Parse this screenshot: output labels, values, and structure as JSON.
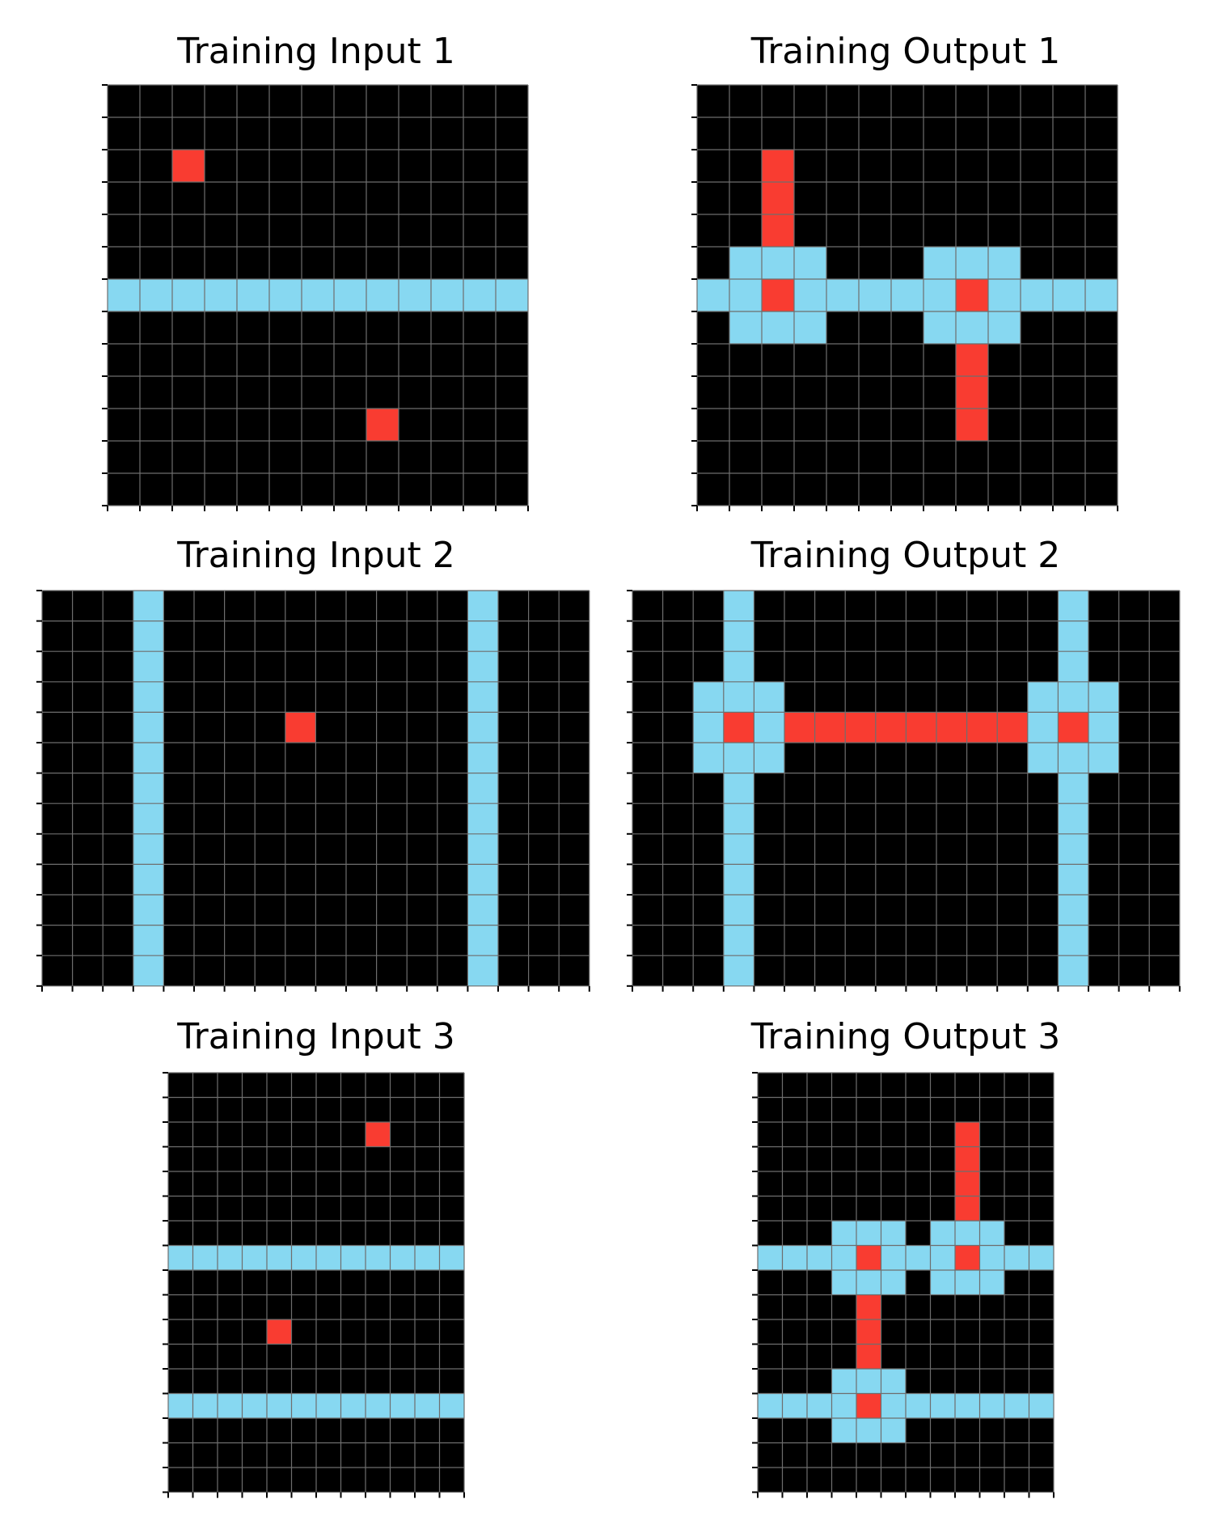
{
  "colors": {
    "0": "#000000",
    "2": "#F93C31",
    "8": "#87D8F1",
    "gridline": "#6e6e6e"
  },
  "panels": [
    {
      "title": "Training Input 1",
      "rows": 13,
      "cols": 13,
      "fill": 0,
      "cells": [
        {
          "r": 2,
          "c": 2,
          "v": 2
        },
        {
          "r": 6,
          "c": 0,
          "v": 8
        },
        {
          "r": 6,
          "c": 1,
          "v": 8
        },
        {
          "r": 6,
          "c": 2,
          "v": 8
        },
        {
          "r": 6,
          "c": 3,
          "v": 8
        },
        {
          "r": 6,
          "c": 4,
          "v": 8
        },
        {
          "r": 6,
          "c": 5,
          "v": 8
        },
        {
          "r": 6,
          "c": 6,
          "v": 8
        },
        {
          "r": 6,
          "c": 7,
          "v": 8
        },
        {
          "r": 6,
          "c": 8,
          "v": 8
        },
        {
          "r": 6,
          "c": 9,
          "v": 8
        },
        {
          "r": 6,
          "c": 10,
          "v": 8
        },
        {
          "r": 6,
          "c": 11,
          "v": 8
        },
        {
          "r": 6,
          "c": 12,
          "v": 8
        },
        {
          "r": 10,
          "c": 8,
          "v": 2
        }
      ]
    },
    {
      "title": "Training Output 1",
      "rows": 13,
      "cols": 13,
      "fill": 0,
      "cells": [
        {
          "r": 2,
          "c": 2,
          "v": 2
        },
        {
          "r": 3,
          "c": 2,
          "v": 2
        },
        {
          "r": 4,
          "c": 2,
          "v": 2
        },
        {
          "r": 5,
          "c": 1,
          "v": 8
        },
        {
          "r": 5,
          "c": 2,
          "v": 8
        },
        {
          "r": 5,
          "c": 3,
          "v": 8
        },
        {
          "r": 5,
          "c": 7,
          "v": 8
        },
        {
          "r": 5,
          "c": 8,
          "v": 8
        },
        {
          "r": 5,
          "c": 9,
          "v": 8
        },
        {
          "r": 6,
          "c": 0,
          "v": 8
        },
        {
          "r": 6,
          "c": 1,
          "v": 8
        },
        {
          "r": 6,
          "c": 2,
          "v": 2
        },
        {
          "r": 6,
          "c": 3,
          "v": 8
        },
        {
          "r": 6,
          "c": 4,
          "v": 8
        },
        {
          "r": 6,
          "c": 5,
          "v": 8
        },
        {
          "r": 6,
          "c": 6,
          "v": 8
        },
        {
          "r": 6,
          "c": 7,
          "v": 8
        },
        {
          "r": 6,
          "c": 8,
          "v": 2
        },
        {
          "r": 6,
          "c": 9,
          "v": 8
        },
        {
          "r": 6,
          "c": 10,
          "v": 8
        },
        {
          "r": 6,
          "c": 11,
          "v": 8
        },
        {
          "r": 6,
          "c": 12,
          "v": 8
        },
        {
          "r": 7,
          "c": 1,
          "v": 8
        },
        {
          "r": 7,
          "c": 2,
          "v": 8
        },
        {
          "r": 7,
          "c": 3,
          "v": 8
        },
        {
          "r": 7,
          "c": 7,
          "v": 8
        },
        {
          "r": 7,
          "c": 8,
          "v": 8
        },
        {
          "r": 7,
          "c": 9,
          "v": 8
        },
        {
          "r": 8,
          "c": 8,
          "v": 2
        },
        {
          "r": 9,
          "c": 8,
          "v": 2
        },
        {
          "r": 10,
          "c": 8,
          "v": 2
        }
      ]
    },
    {
      "title": "Training Input 2",
      "rows": 13,
      "cols": 18,
      "fill": 0,
      "cells": [
        {
          "r": 0,
          "c": 3,
          "v": 8
        },
        {
          "r": 1,
          "c": 3,
          "v": 8
        },
        {
          "r": 2,
          "c": 3,
          "v": 8
        },
        {
          "r": 3,
          "c": 3,
          "v": 8
        },
        {
          "r": 4,
          "c": 3,
          "v": 8
        },
        {
          "r": 5,
          "c": 3,
          "v": 8
        },
        {
          "r": 6,
          "c": 3,
          "v": 8
        },
        {
          "r": 7,
          "c": 3,
          "v": 8
        },
        {
          "r": 8,
          "c": 3,
          "v": 8
        },
        {
          "r": 9,
          "c": 3,
          "v": 8
        },
        {
          "r": 10,
          "c": 3,
          "v": 8
        },
        {
          "r": 11,
          "c": 3,
          "v": 8
        },
        {
          "r": 12,
          "c": 3,
          "v": 8
        },
        {
          "r": 0,
          "c": 14,
          "v": 8
        },
        {
          "r": 1,
          "c": 14,
          "v": 8
        },
        {
          "r": 2,
          "c": 14,
          "v": 8
        },
        {
          "r": 3,
          "c": 14,
          "v": 8
        },
        {
          "r": 4,
          "c": 14,
          "v": 8
        },
        {
          "r": 5,
          "c": 14,
          "v": 8
        },
        {
          "r": 6,
          "c": 14,
          "v": 8
        },
        {
          "r": 7,
          "c": 14,
          "v": 8
        },
        {
          "r": 8,
          "c": 14,
          "v": 8
        },
        {
          "r": 9,
          "c": 14,
          "v": 8
        },
        {
          "r": 10,
          "c": 14,
          "v": 8
        },
        {
          "r": 11,
          "c": 14,
          "v": 8
        },
        {
          "r": 12,
          "c": 14,
          "v": 8
        },
        {
          "r": 4,
          "c": 8,
          "v": 2
        }
      ]
    },
    {
      "title": "Training Output 2",
      "rows": 13,
      "cols": 18,
      "fill": 0,
      "cells": [
        {
          "r": 0,
          "c": 3,
          "v": 8
        },
        {
          "r": 1,
          "c": 3,
          "v": 8
        },
        {
          "r": 2,
          "c": 3,
          "v": 8
        },
        {
          "r": 3,
          "c": 3,
          "v": 8
        },
        {
          "r": 5,
          "c": 3,
          "v": 8
        },
        {
          "r": 6,
          "c": 3,
          "v": 8
        },
        {
          "r": 7,
          "c": 3,
          "v": 8
        },
        {
          "r": 8,
          "c": 3,
          "v": 8
        },
        {
          "r": 9,
          "c": 3,
          "v": 8
        },
        {
          "r": 10,
          "c": 3,
          "v": 8
        },
        {
          "r": 11,
          "c": 3,
          "v": 8
        },
        {
          "r": 12,
          "c": 3,
          "v": 8
        },
        {
          "r": 0,
          "c": 14,
          "v": 8
        },
        {
          "r": 1,
          "c": 14,
          "v": 8
        },
        {
          "r": 2,
          "c": 14,
          "v": 8
        },
        {
          "r": 3,
          "c": 14,
          "v": 8
        },
        {
          "r": 5,
          "c": 14,
          "v": 8
        },
        {
          "r": 6,
          "c": 14,
          "v": 8
        },
        {
          "r": 7,
          "c": 14,
          "v": 8
        },
        {
          "r": 8,
          "c": 14,
          "v": 8
        },
        {
          "r": 9,
          "c": 14,
          "v": 8
        },
        {
          "r": 10,
          "c": 14,
          "v": 8
        },
        {
          "r": 11,
          "c": 14,
          "v": 8
        },
        {
          "r": 12,
          "c": 14,
          "v": 8
        },
        {
          "r": 3,
          "c": 2,
          "v": 8
        },
        {
          "r": 3,
          "c": 4,
          "v": 8
        },
        {
          "r": 4,
          "c": 2,
          "v": 8
        },
        {
          "r": 4,
          "c": 4,
          "v": 8
        },
        {
          "r": 5,
          "c": 2,
          "v": 8
        },
        {
          "r": 5,
          "c": 4,
          "v": 8
        },
        {
          "r": 3,
          "c": 13,
          "v": 8
        },
        {
          "r": 3,
          "c": 15,
          "v": 8
        },
        {
          "r": 4,
          "c": 13,
          "v": 8
        },
        {
          "r": 4,
          "c": 15,
          "v": 8
        },
        {
          "r": 5,
          "c": 13,
          "v": 8
        },
        {
          "r": 5,
          "c": 15,
          "v": 8
        },
        {
          "r": 4,
          "c": 3,
          "v": 2
        },
        {
          "r": 4,
          "c": 5,
          "v": 2
        },
        {
          "r": 4,
          "c": 6,
          "v": 2
        },
        {
          "r": 4,
          "c": 7,
          "v": 2
        },
        {
          "r": 4,
          "c": 8,
          "v": 2
        },
        {
          "r": 4,
          "c": 9,
          "v": 2
        },
        {
          "r": 4,
          "c": 10,
          "v": 2
        },
        {
          "r": 4,
          "c": 11,
          "v": 2
        },
        {
          "r": 4,
          "c": 12,
          "v": 2
        },
        {
          "r": 4,
          "c": 14,
          "v": 2
        }
      ]
    },
    {
      "title": "Training Input 3",
      "rows": 17,
      "cols": 12,
      "fill": 0,
      "cells": [
        {
          "r": 2,
          "c": 8,
          "v": 2
        },
        {
          "r": 7,
          "c": 0,
          "v": 8
        },
        {
          "r": 7,
          "c": 1,
          "v": 8
        },
        {
          "r": 7,
          "c": 2,
          "v": 8
        },
        {
          "r": 7,
          "c": 3,
          "v": 8
        },
        {
          "r": 7,
          "c": 4,
          "v": 8
        },
        {
          "r": 7,
          "c": 5,
          "v": 8
        },
        {
          "r": 7,
          "c": 6,
          "v": 8
        },
        {
          "r": 7,
          "c": 7,
          "v": 8
        },
        {
          "r": 7,
          "c": 8,
          "v": 8
        },
        {
          "r": 7,
          "c": 9,
          "v": 8
        },
        {
          "r": 7,
          "c": 10,
          "v": 8
        },
        {
          "r": 7,
          "c": 11,
          "v": 8
        },
        {
          "r": 10,
          "c": 4,
          "v": 2
        },
        {
          "r": 13,
          "c": 0,
          "v": 8
        },
        {
          "r": 13,
          "c": 1,
          "v": 8
        },
        {
          "r": 13,
          "c": 2,
          "v": 8
        },
        {
          "r": 13,
          "c": 3,
          "v": 8
        },
        {
          "r": 13,
          "c": 4,
          "v": 8
        },
        {
          "r": 13,
          "c": 5,
          "v": 8
        },
        {
          "r": 13,
          "c": 6,
          "v": 8
        },
        {
          "r": 13,
          "c": 7,
          "v": 8
        },
        {
          "r": 13,
          "c": 8,
          "v": 8
        },
        {
          "r": 13,
          "c": 9,
          "v": 8
        },
        {
          "r": 13,
          "c": 10,
          "v": 8
        },
        {
          "r": 13,
          "c": 11,
          "v": 8
        }
      ]
    },
    {
      "title": "Training Output 3",
      "rows": 17,
      "cols": 12,
      "fill": 0,
      "cells": [
        {
          "r": 2,
          "c": 8,
          "v": 2
        },
        {
          "r": 3,
          "c": 8,
          "v": 2
        },
        {
          "r": 4,
          "c": 8,
          "v": 2
        },
        {
          "r": 5,
          "c": 8,
          "v": 2
        },
        {
          "r": 6,
          "c": 3,
          "v": 8
        },
        {
          "r": 6,
          "c": 4,
          "v": 8
        },
        {
          "r": 6,
          "c": 5,
          "v": 8
        },
        {
          "r": 6,
          "c": 7,
          "v": 8
        },
        {
          "r": 6,
          "c": 8,
          "v": 8
        },
        {
          "r": 6,
          "c": 9,
          "v": 8
        },
        {
          "r": 7,
          "c": 0,
          "v": 8
        },
        {
          "r": 7,
          "c": 1,
          "v": 8
        },
        {
          "r": 7,
          "c": 2,
          "v": 8
        },
        {
          "r": 7,
          "c": 3,
          "v": 8
        },
        {
          "r": 7,
          "c": 4,
          "v": 2
        },
        {
          "r": 7,
          "c": 5,
          "v": 8
        },
        {
          "r": 7,
          "c": 6,
          "v": 8
        },
        {
          "r": 7,
          "c": 7,
          "v": 8
        },
        {
          "r": 7,
          "c": 8,
          "v": 2
        },
        {
          "r": 7,
          "c": 9,
          "v": 8
        },
        {
          "r": 7,
          "c": 10,
          "v": 8
        },
        {
          "r": 7,
          "c": 11,
          "v": 8
        },
        {
          "r": 8,
          "c": 3,
          "v": 8
        },
        {
          "r": 8,
          "c": 4,
          "v": 8
        },
        {
          "r": 8,
          "c": 5,
          "v": 8
        },
        {
          "r": 8,
          "c": 7,
          "v": 8
        },
        {
          "r": 8,
          "c": 8,
          "v": 8
        },
        {
          "r": 8,
          "c": 9,
          "v": 8
        },
        {
          "r": 9,
          "c": 4,
          "v": 2
        },
        {
          "r": 10,
          "c": 4,
          "v": 2
        },
        {
          "r": 11,
          "c": 4,
          "v": 2
        },
        {
          "r": 12,
          "c": 3,
          "v": 8
        },
        {
          "r": 12,
          "c": 4,
          "v": 8
        },
        {
          "r": 12,
          "c": 5,
          "v": 8
        },
        {
          "r": 13,
          "c": 0,
          "v": 8
        },
        {
          "r": 13,
          "c": 1,
          "v": 8
        },
        {
          "r": 13,
          "c": 2,
          "v": 8
        },
        {
          "r": 13,
          "c": 3,
          "v": 8
        },
        {
          "r": 13,
          "c": 4,
          "v": 2
        },
        {
          "r": 13,
          "c": 5,
          "v": 8
        },
        {
          "r": 13,
          "c": 6,
          "v": 8
        },
        {
          "r": 13,
          "c": 7,
          "v": 8
        },
        {
          "r": 13,
          "c": 8,
          "v": 8
        },
        {
          "r": 13,
          "c": 9,
          "v": 8
        },
        {
          "r": 13,
          "c": 10,
          "v": 8
        },
        {
          "r": 13,
          "c": 11,
          "v": 8
        },
        {
          "r": 14,
          "c": 3,
          "v": 8
        },
        {
          "r": 14,
          "c": 4,
          "v": 8
        },
        {
          "r": 14,
          "c": 5,
          "v": 8
        }
      ]
    }
  ]
}
